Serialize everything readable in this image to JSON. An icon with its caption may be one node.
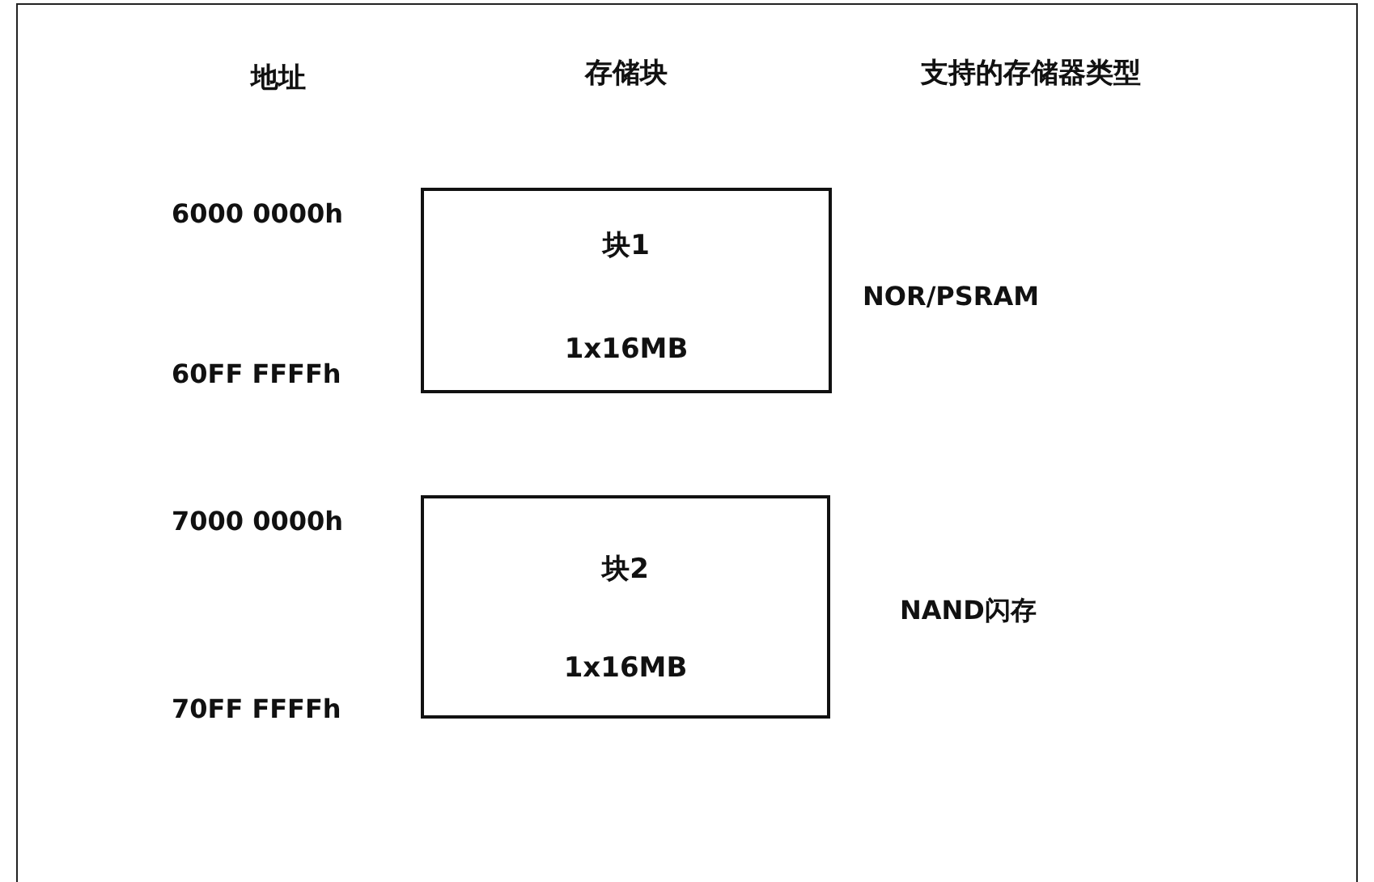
{
  "diagram": {
    "nodes": [
      {
        "text": [
          "块1",
          "1x16MB"
        ]
      },
      {
        "text": [
          "块2",
          "1x16MB"
        ]
      }
    ],
    "labels": [
      "地址",
      "存储块",
      "支持的存储器类型",
      "6000 0000h",
      "NOR/PSRAM",
      "60FF FFFFh",
      "7000 0000h",
      "NAND闪存",
      "70FF FFFFh"
    ]
  }
}
